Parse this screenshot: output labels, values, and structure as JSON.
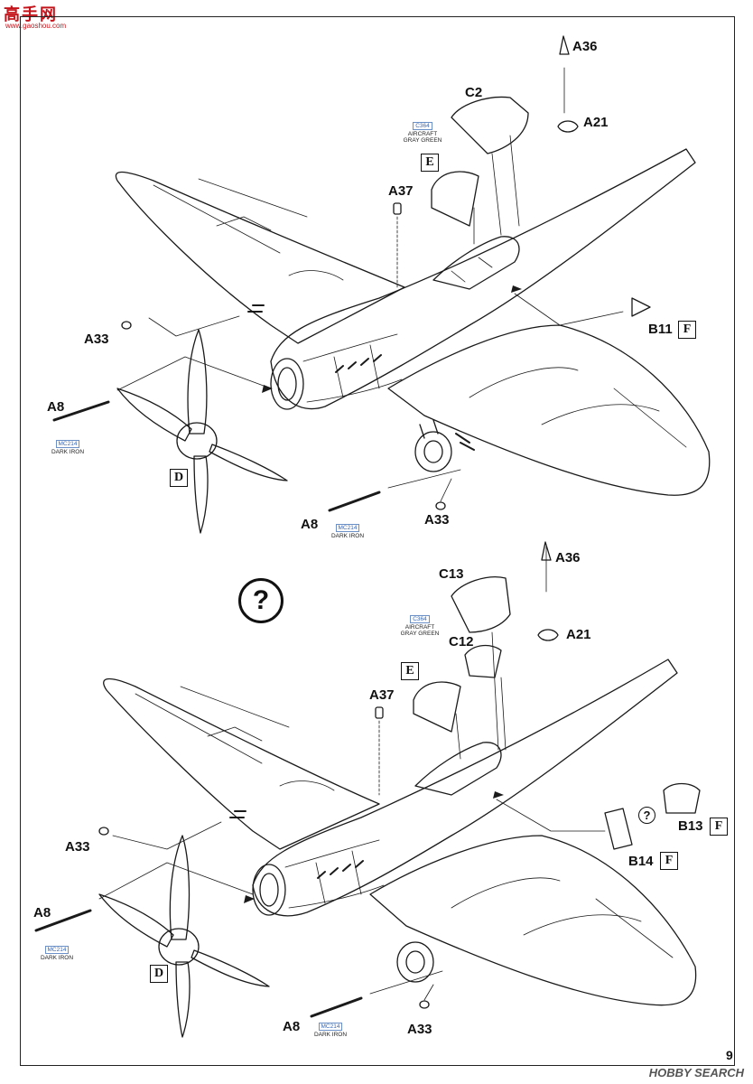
{
  "watermark": {
    "top_left": "高手网",
    "top_left_sub": "www.gaoshou.com",
    "bottom_right": "HOBBY SEARCH"
  },
  "page_number": "9",
  "colors": {
    "line": "#1a1a1a",
    "paint_code": "#3a66b0"
  },
  "paint": {
    "gray_green_code": "C364",
    "gray_green_line1": "AIRCRAFT",
    "gray_green_line2": "GRAY GREEN",
    "dark_iron_code": "MC214",
    "dark_iron_name": "DARK IRON"
  },
  "top": {
    "labels": {
      "a36": "A36",
      "c2": "C2",
      "a21": "A21",
      "a37": "A37",
      "a33_left": "A33",
      "a8_left": "A8",
      "b11": "B11",
      "a8_bottom": "A8",
      "a33_bottom": "A33"
    },
    "boxes": {
      "e": "E",
      "d": "D",
      "f": "F"
    }
  },
  "bottom": {
    "question": "?",
    "labels": {
      "a36": "A36",
      "c13": "C13",
      "c12": "C12",
      "a21": "A21",
      "a37": "A37",
      "a33_left": "A33",
      "a8_left": "A8",
      "b13": "B13",
      "b14": "B14",
      "a8_bottom": "A8",
      "a33_bottom": "A33"
    },
    "boxes": {
      "e": "E",
      "d": "D",
      "f1": "F",
      "f2": "F"
    },
    "small_question": "?"
  }
}
